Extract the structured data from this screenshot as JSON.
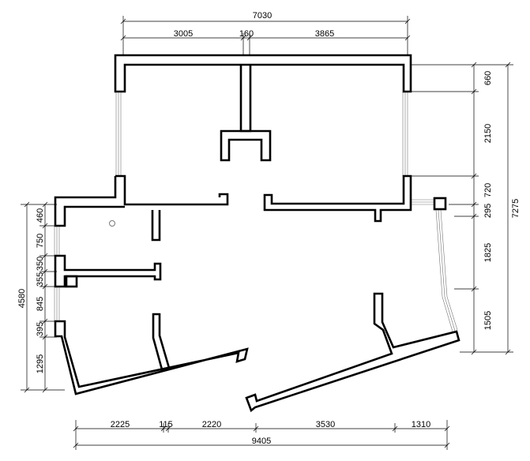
{
  "plan": {
    "top_dims": {
      "total": "7030",
      "segments": [
        "3005",
        "160",
        "3865"
      ]
    },
    "bottom_dims": {
      "total": "9405",
      "segments": [
        "2225",
        "115",
        "2220",
        "3530",
        "1310"
      ]
    },
    "right_dims": {
      "total": "7275",
      "segments": [
        "660",
        "2150",
        "720",
        "295",
        "1825",
        "1505"
      ]
    },
    "left_dims": {
      "total": "4580",
      "segments": [
        "460",
        "750",
        "350",
        "355",
        "845",
        "395",
        "1295"
      ]
    }
  }
}
